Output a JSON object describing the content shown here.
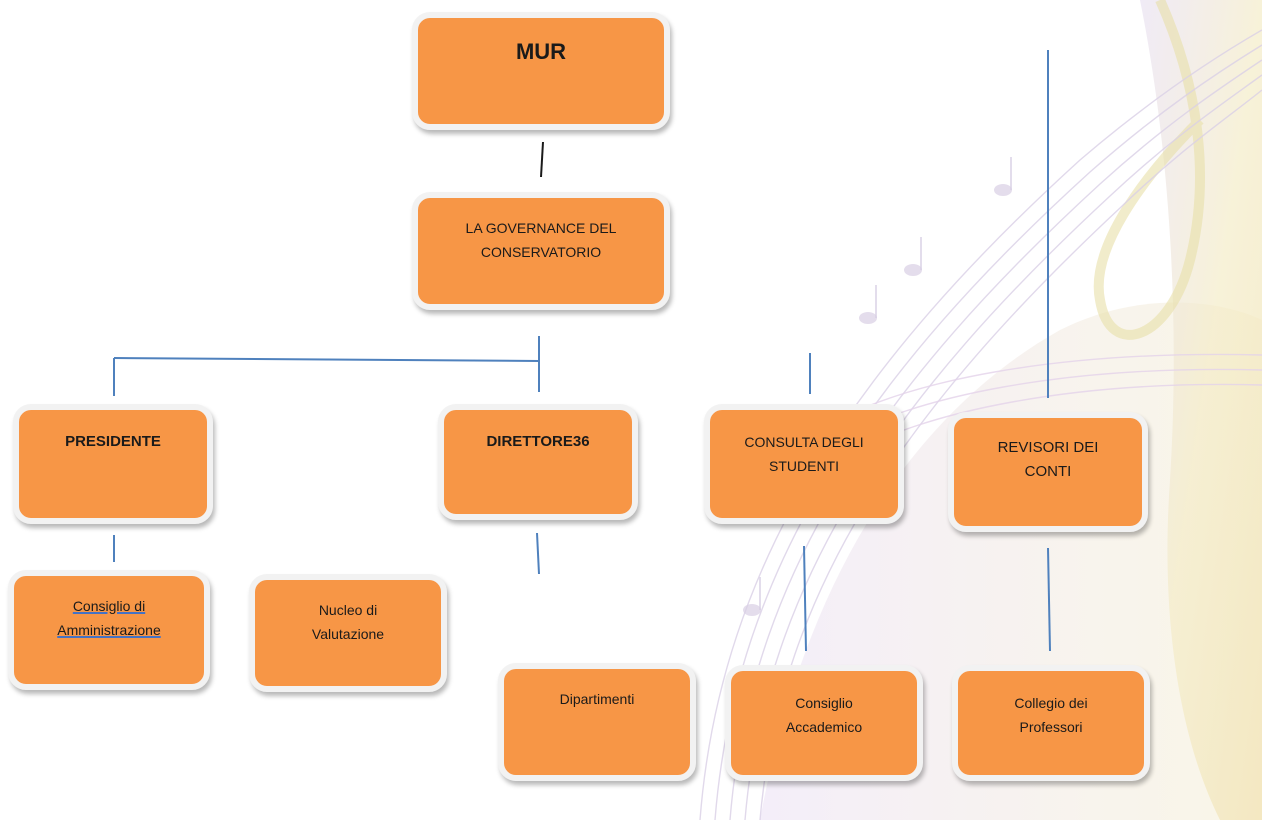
{
  "diagram": {
    "nodes": {
      "mur": "MUR",
      "governance": [
        "LA GOVERNANCE DEL",
        "CONSERVATORIO"
      ],
      "presidente": "PRESIDENTE",
      "direttore": "DIRETTORE36",
      "consulta": [
        "CONSULTA DEGLI",
        "STUDENTI"
      ],
      "revisori": [
        "REVISORI DEI",
        "CONTI"
      ],
      "consiglio_amministrazione": [
        "Consiglio di",
        "Amministrazione"
      ],
      "nucleo_valutazione": [
        "Nucleo di",
        "Valutazione"
      ],
      "dipartimenti": "Dipartimenti",
      "consiglio_accademico": [
        "Consiglio",
        "Accademico"
      ],
      "collegio_professori": [
        "Collegio dei",
        "Professori"
      ]
    },
    "colors": {
      "box_fill": "#f79646",
      "box_border": "#f2f2f2",
      "connector_blue": "#4f81bd",
      "connector_black": "#1a1a1a"
    }
  }
}
